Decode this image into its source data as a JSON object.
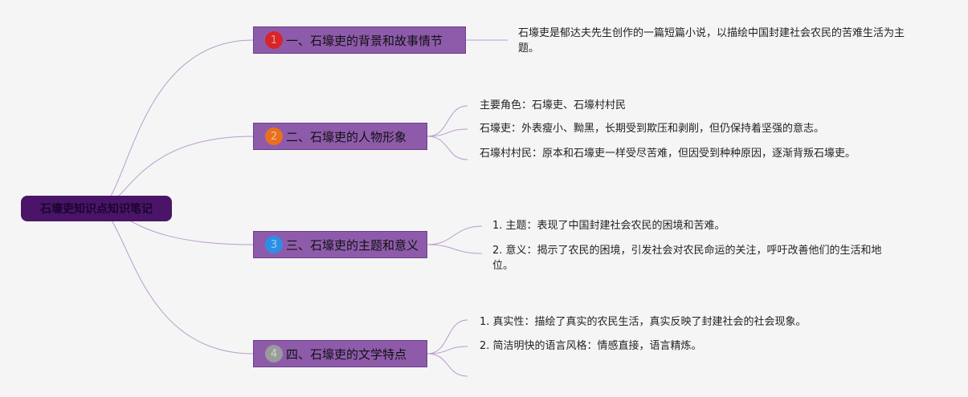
{
  "root": {
    "label": "石壕吏知识点知识笔记"
  },
  "branches": [
    {
      "badge": "1",
      "badge_color": "#d9242a",
      "label": "一、石壕吏的背景和故事情节",
      "leaves": [
        "石壕吏是郁达夫先生创作的一篇短篇小说，以描绘中国封建社会农民的苦难生活为主题。"
      ]
    },
    {
      "badge": "2",
      "badge_color": "#e8701e",
      "label": "二、石壕吏的人物形象",
      "leaves": [
        "主要角色：石壕吏、石壕村村民",
        "石壕吏：外表瘦小、黝黑，长期受到欺压和剥削，但仍保持着坚强的意志。",
        "石壕村村民：原本和石壕吏一样受尽苦难，但因受到种种原因，逐渐背叛石壕吏。"
      ]
    },
    {
      "badge": "3",
      "badge_color": "#2c8fe6",
      "label": "三、石壕吏的主题和意义",
      "leaves": [
        "1. 主题：表现了中国封建社会农民的困境和苦难。",
        "2. 意义：揭示了农民的困境，引发社会对农民命运的关注，呼吁改善他们的生活和地位。"
      ]
    },
    {
      "badge": "4",
      "badge_color": "#9a9a9a",
      "label": "四、石壕吏的文学特点",
      "leaves": [
        "1. 真实性：描绘了真实的农民生活，真实反映了封建社会的社会现象。",
        "2. 简洁明快的语言风格：情感直接，语言精炼。",
        ""
      ]
    }
  ],
  "colors": {
    "line": "#b89ccc",
    "root": "#4a1568",
    "branch": "#8e5bab"
  }
}
